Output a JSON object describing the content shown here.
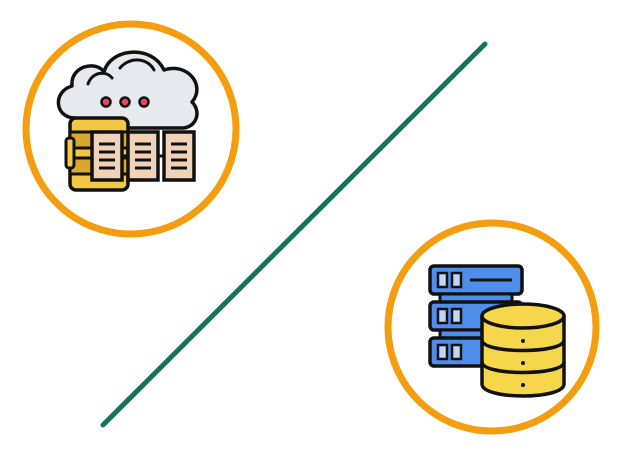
{
  "diagram": {
    "nodes": [
      {
        "id": "cloud-storage",
        "icon": "cloud-server-icon",
        "ring_color": "#F49E0F"
      },
      {
        "id": "on-premise-storage",
        "icon": "server-database-icon",
        "ring_color": "#F49E0F"
      }
    ],
    "divider": {
      "icon": "diagonal-divider-line",
      "color": "#167258"
    }
  },
  "colors": {
    "outline": "#111111",
    "cloud_fill": "#E6E9EE",
    "cloud_shadow": "#C7CCD4",
    "cloud_dot": "#E8485F",
    "block_yellow": "#F3C845",
    "block_yellow_dark": "#D9A92E",
    "doc_fill": "#F0D2B9",
    "doc_line": "#111111",
    "server_blue": "#4F8DEA",
    "server_blue_light": "#7FB0F5",
    "server_slot": "#BFD6F7",
    "db_yellow": "#F6D64B",
    "db_yellow_dark": "#E0B52E"
  }
}
